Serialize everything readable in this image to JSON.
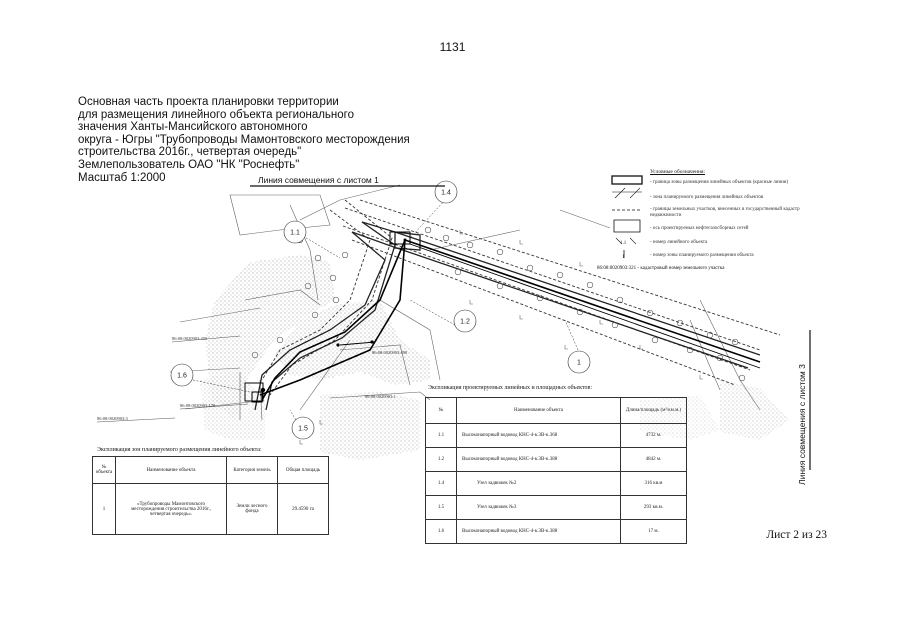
{
  "page_number": "1131",
  "title_lines": [
    "Основная часть проекта планировки территории",
    "для размещения линейного объекта регионального",
    "значения Ханты-Мансийского автономного",
    "округа - Югры \"Трубопроводы Мамонтовского месторождения",
    "строительства 2016г., четвертая очередь\"",
    "Землепользователь ОАО \"НК \"Роснефть\"",
    "Масштаб 1:2000"
  ],
  "map": {
    "match_line_top": "Линия совмещения с листом 1",
    "match_line_right": "Линия совмещения с листом 3",
    "object_labels": [
      "1.1",
      "1.2",
      "1.4",
      "1.5",
      "1.6",
      "1"
    ],
    "parcel_labels": [
      "86:08:0020903:459",
      "86:08:0020903:490",
      "86:08:0020903:170",
      "86:08:0020903:3",
      "86:08:0020903:1"
    ]
  },
  "legend": {
    "title": "Условные обозначения:",
    "items": [
      "- граница зоны размещения линейных объектов (красные линии)",
      "- зона планируемого размещения линейных объектов",
      "- границы земельных участков, внесенных в государственный кадастр недвижимости",
      "- ось проектируемых нефтегазосборных сетей",
      "- номер линейного объекта",
      "- номер зоны планируемого размещения объекта"
    ],
    "cadastral_note": "86:08:0020903:321 - кадастровый номер земельного участка"
  },
  "zone_table": {
    "title": "Экспликация зон планируемого размещения линейного объекта:",
    "headers": [
      "№ объекта",
      "Наименование объекта",
      "Категория земель",
      "Общая площадь"
    ],
    "rows": [
      [
        "1",
        "«Трубопроводы Мамонтовского месторождения строительства 2016г., четвертая очередь».",
        "Земли лесного фонда",
        "29.4590 га"
      ]
    ]
  },
  "objects_table": {
    "title": "Экспликация проектируемых линейных и площадных объектов:",
    "headers": [
      "№",
      "Наименование объекта",
      "Длина/площадь (м²/км.м.)"
    ],
    "rows": [
      [
        "1.1",
        "Высоконапорный водовод КНС-4-к.3В-к.368",
        "4732 м."
      ],
      [
        "1.2",
        "Высоконапорный водовод КНС-4-к.3В-к.388",
        "4842 м."
      ],
      [
        "1.4",
        "Узел задвижек №2",
        "316 кв.м"
      ],
      [
        "1.5",
        "Узел задвижек №3",
        "293 кв.м."
      ],
      [
        "1.6",
        "Высоконапорный водовод КНС-4-к.3В-к.388",
        "17 м."
      ]
    ]
  },
  "footer": "Лист 2 из 23"
}
